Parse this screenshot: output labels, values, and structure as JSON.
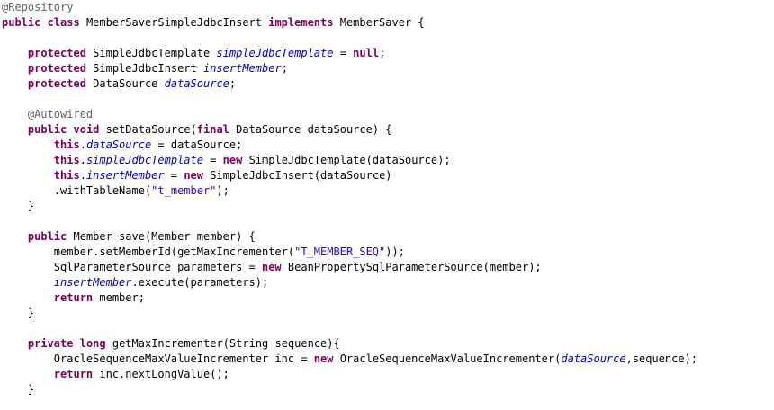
{
  "colors": {
    "keyword": "#7f0055",
    "annotation": "#646464",
    "field": "#0000c0",
    "string": "#2a00ff",
    "text": "#000000",
    "background": "#ffffff"
  },
  "lines": [
    [
      {
        "t": "@Repository",
        "c": "ann"
      }
    ],
    [
      {
        "t": "public",
        "c": "kw"
      },
      {
        "t": " "
      },
      {
        "t": "class",
        "c": "kw"
      },
      {
        "t": " MemberSaverSimpleJdbcInsert "
      },
      {
        "t": "implements",
        "c": "kw"
      },
      {
        "t": " MemberSaver {"
      }
    ],
    [],
    [
      {
        "t": "    "
      },
      {
        "t": "protected",
        "c": "kw"
      },
      {
        "t": " SimpleJdbcTemplate "
      },
      {
        "t": "simpleJdbcTemplate",
        "c": "field"
      },
      {
        "t": " = "
      },
      {
        "t": "null",
        "c": "kw"
      },
      {
        "t": ";"
      }
    ],
    [
      {
        "t": "    "
      },
      {
        "t": "protected",
        "c": "kw"
      },
      {
        "t": " SimpleJdbcInsert "
      },
      {
        "t": "insertMember",
        "c": "field"
      },
      {
        "t": ";"
      }
    ],
    [
      {
        "t": "    "
      },
      {
        "t": "protected",
        "c": "kw"
      },
      {
        "t": " DataSource "
      },
      {
        "t": "dataSource",
        "c": "field"
      },
      {
        "t": ";"
      }
    ],
    [],
    [
      {
        "t": "    "
      },
      {
        "t": "@Autowired",
        "c": "ann"
      }
    ],
    [
      {
        "t": "    "
      },
      {
        "t": "public",
        "c": "kw"
      },
      {
        "t": " "
      },
      {
        "t": "void",
        "c": "kw"
      },
      {
        "t": " setDataSource("
      },
      {
        "t": "final",
        "c": "kw"
      },
      {
        "t": " DataSource dataSource) {"
      }
    ],
    [
      {
        "t": "        "
      },
      {
        "t": "this",
        "c": "kw"
      },
      {
        "t": "."
      },
      {
        "t": "dataSource",
        "c": "field"
      },
      {
        "t": " = dataSource;"
      }
    ],
    [
      {
        "t": "        "
      },
      {
        "t": "this",
        "c": "kw"
      },
      {
        "t": "."
      },
      {
        "t": "simpleJdbcTemplate",
        "c": "field"
      },
      {
        "t": " = "
      },
      {
        "t": "new",
        "c": "kw"
      },
      {
        "t": " SimpleJdbcTemplate(dataSource);"
      }
    ],
    [
      {
        "t": "        "
      },
      {
        "t": "this",
        "c": "kw"
      },
      {
        "t": "."
      },
      {
        "t": "insertMember",
        "c": "field"
      },
      {
        "t": " = "
      },
      {
        "t": "new",
        "c": "kw"
      },
      {
        "t": " SimpleJdbcInsert(dataSource)"
      }
    ],
    [
      {
        "t": "        .withTableName("
      },
      {
        "t": "\"t_member\"",
        "c": "str"
      },
      {
        "t": ");"
      }
    ],
    [
      {
        "t": "    }"
      }
    ],
    [],
    [
      {
        "t": "    "
      },
      {
        "t": "public",
        "c": "kw"
      },
      {
        "t": " Member save(Member member) {"
      }
    ],
    [
      {
        "t": "        member.setMemberId(getMaxIncrementer("
      },
      {
        "t": "\"T_MEMBER_SEQ\"",
        "c": "str"
      },
      {
        "t": "));"
      }
    ],
    [
      {
        "t": "        SqlParameterSource parameters = "
      },
      {
        "t": "new",
        "c": "kw"
      },
      {
        "t": " BeanPropertySqlParameterSource(member);"
      }
    ],
    [
      {
        "t": "        "
      },
      {
        "t": "insertMember",
        "c": "field"
      },
      {
        "t": ".execute(parameters);"
      }
    ],
    [
      {
        "t": "        "
      },
      {
        "t": "return",
        "c": "kw"
      },
      {
        "t": " member;"
      }
    ],
    [
      {
        "t": "    }"
      }
    ],
    [],
    [
      {
        "t": "    "
      },
      {
        "t": "private",
        "c": "kw"
      },
      {
        "t": " "
      },
      {
        "t": "long",
        "c": "kw"
      },
      {
        "t": " getMaxIncrementer(String sequence){"
      }
    ],
    [
      {
        "t": "        OracleSequenceMaxValueIncrementer inc = "
      },
      {
        "t": "new",
        "c": "kw"
      },
      {
        "t": " OracleSequenceMaxValueIncrementer("
      },
      {
        "t": "dataSource",
        "c": "field"
      },
      {
        "t": ",sequence);"
      }
    ],
    [
      {
        "t": "        "
      },
      {
        "t": "return",
        "c": "kw"
      },
      {
        "t": " inc.nextLongValue();"
      }
    ],
    [
      {
        "t": "    }"
      }
    ]
  ]
}
